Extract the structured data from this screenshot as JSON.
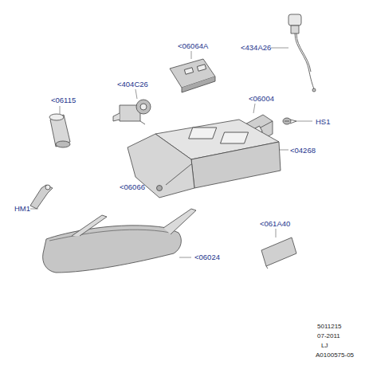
{
  "diagram": {
    "labels": [
      "<434A26",
      "<06064A",
      "<404C26",
      "<06004",
      "HS1",
      "<06115",
      "<04268",
      "HM1",
      "<06066",
      "<061A40",
      "<06024",
      "5011215",
      "07-2011",
      "LJ",
      "A0100575-05"
    ]
  }
}
